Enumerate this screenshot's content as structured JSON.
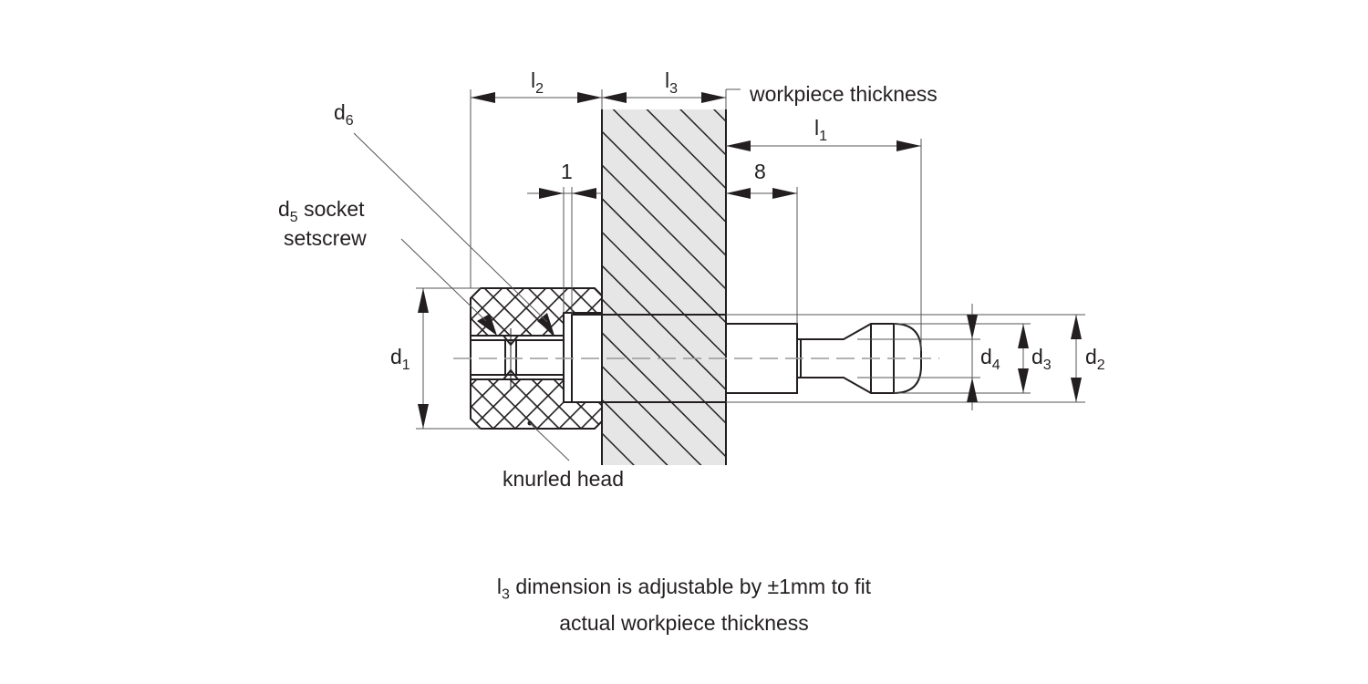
{
  "labels": {
    "l2": {
      "base": "l",
      "sub": "2"
    },
    "l3": {
      "base": "l",
      "sub": "3"
    },
    "l1": {
      "base": "l",
      "sub": "1"
    },
    "d1": {
      "base": "d",
      "sub": "1"
    },
    "d2": {
      "base": "d",
      "sub": "2"
    },
    "d3": {
      "base": "d",
      "sub": "3"
    },
    "d4": {
      "base": "d",
      "sub": "4"
    },
    "d6": {
      "base": "d",
      "sub": "6"
    },
    "d5": {
      "base": "d",
      "sub": "5",
      "rest": " socket"
    },
    "setscrew": "setscrew",
    "dim_1": "1",
    "dim_8": "8",
    "workpiece_thickness": "workpiece thickness",
    "knurled_head": "knurled head"
  },
  "note": {
    "line1_base": "l",
    "line1_sub": "3",
    "line1_rest": " dimension is adjustable by ±1mm to fit",
    "line2": "actual workpiece thickness"
  },
  "colors": {
    "ink": "#231f20",
    "workpiece_fill": "#e6e6e6",
    "centerline": "#999999"
  }
}
